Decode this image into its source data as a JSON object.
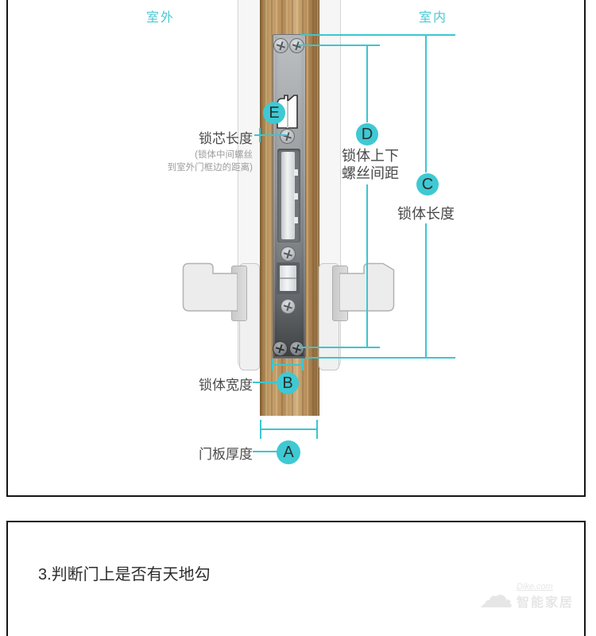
{
  "diagram": {
    "accent_color": "#3EC7D1",
    "outdoor_label": "室外",
    "indoor_label": "室内",
    "annotations": {
      "E": {
        "letter": "E",
        "label": "锁芯长度",
        "note_line1": "(锁体中间螺丝",
        "note_line2": "到室外门框边的距离)"
      },
      "D": {
        "letter": "D",
        "label_line1": "锁体上下",
        "label_line2": "螺丝间距"
      },
      "C": {
        "letter": "C",
        "label": "锁体长度"
      },
      "B": {
        "letter": "B",
        "label": "锁体宽度"
      },
      "A": {
        "letter": "A",
        "label": "门板厚度"
      }
    }
  },
  "section2": {
    "title": "3.判断门上是否有天地勾"
  },
  "watermark": {
    "line1": "Dike.com",
    "line2": "智能家居"
  }
}
